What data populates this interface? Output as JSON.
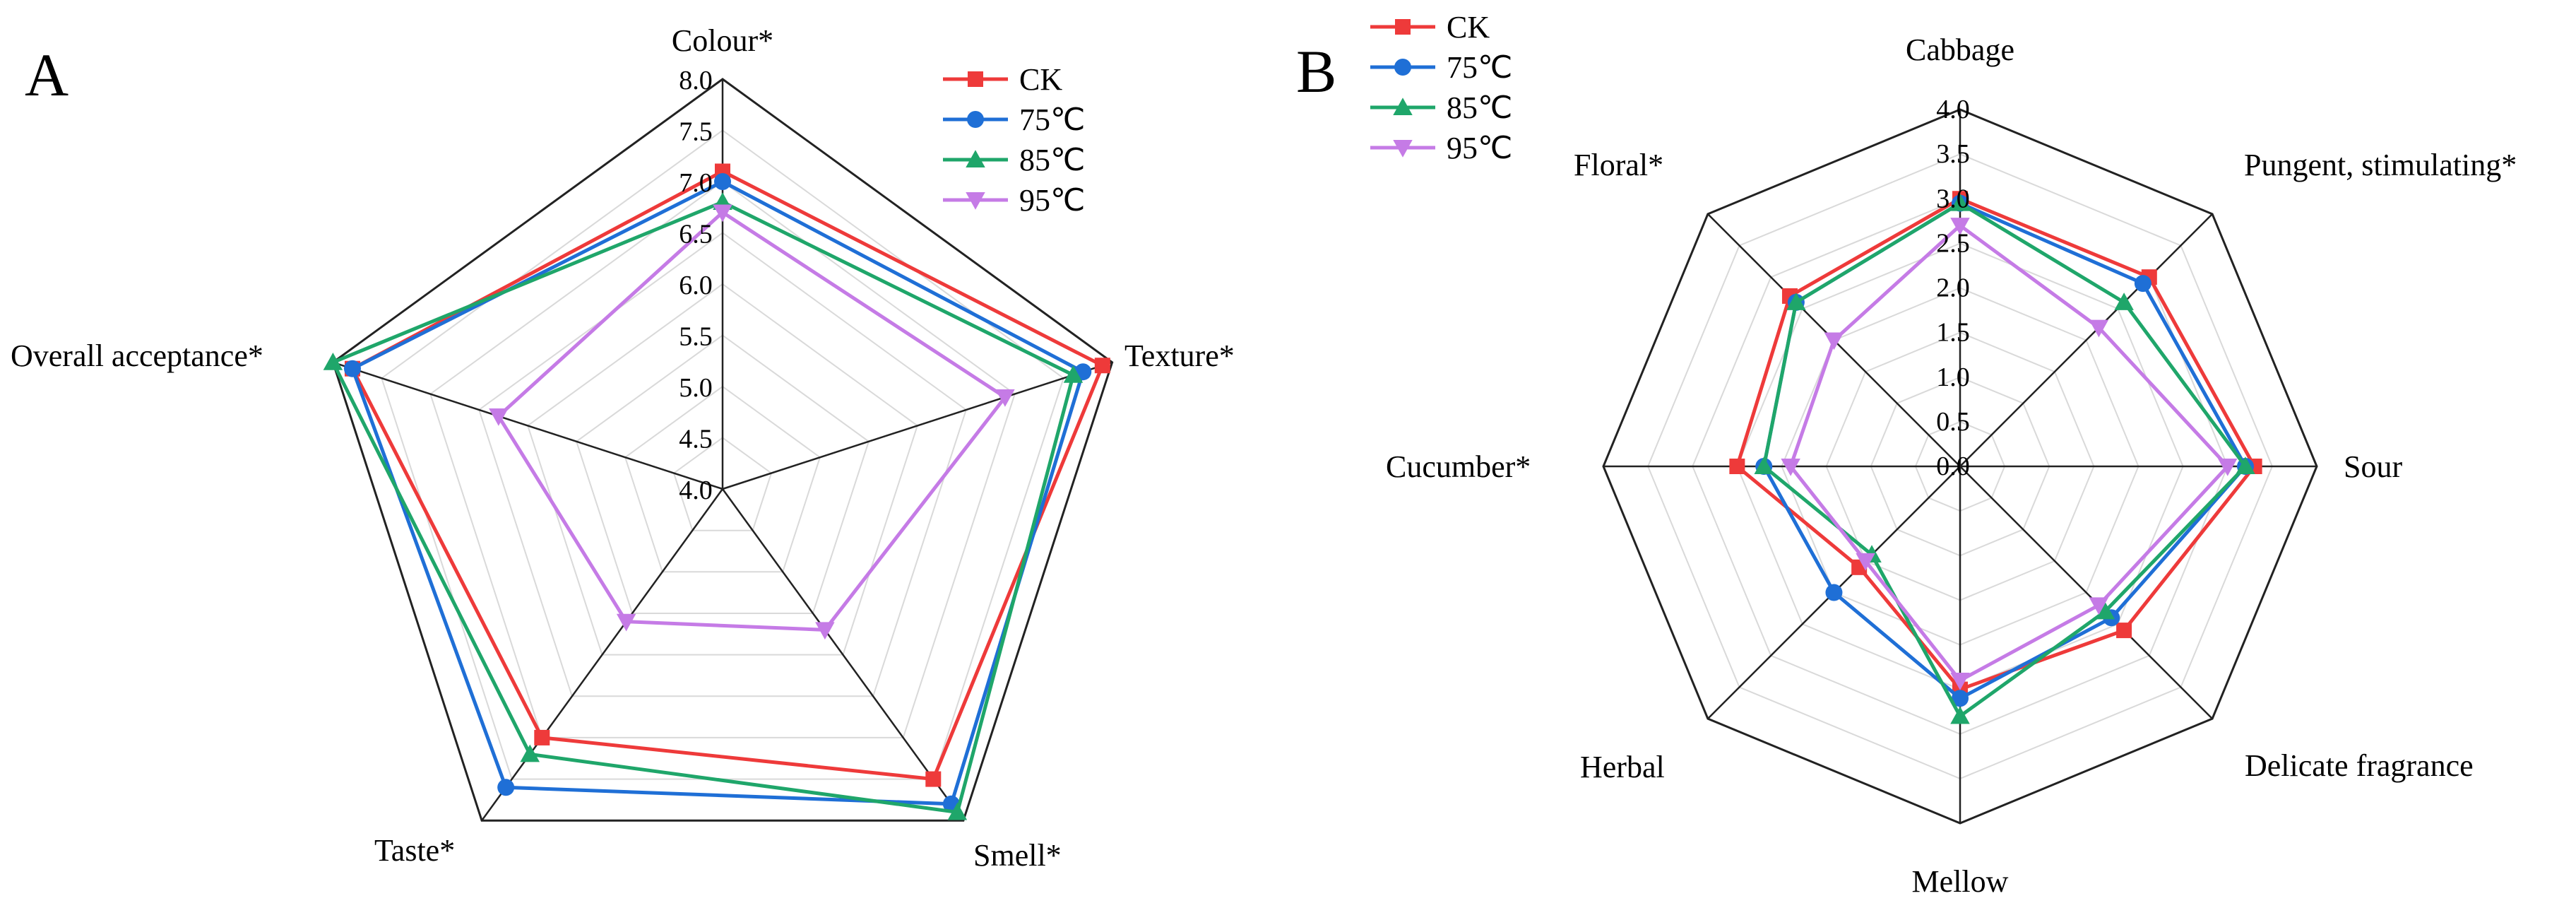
{
  "chart_data": [
    {
      "type": "radar",
      "panel_label": "A",
      "axes": [
        "Colour*",
        "Texture*",
        "Smell*",
        "Taste*",
        "Overall acceptance*"
      ],
      "rlim": [
        4.0,
        8.0
      ],
      "ticks": [
        "4.0",
        "4.5",
        "5.0",
        "5.5",
        "6.0",
        "6.5",
        "7.0",
        "7.5",
        "8.0"
      ],
      "legend_placement": "top-right",
      "series": [
        {
          "name": "CK",
          "color": "#ee3a3a",
          "marker": "square",
          "values": [
            7.1,
            7.9,
            7.5,
            7.0,
            7.8
          ]
        },
        {
          "name": "75℃",
          "color": "#1f6fd6",
          "marker": "circle",
          "values": [
            7.0,
            7.7,
            7.8,
            7.6,
            7.8
          ]
        },
        {
          "name": "85℃",
          "color": "#1fa66a",
          "marker": "triangle",
          "values": [
            6.8,
            7.6,
            7.9,
            7.2,
            8.0
          ]
        },
        {
          "name": "95℃",
          "color": "#c57be6",
          "marker": "triangle-down",
          "values": [
            6.7,
            6.9,
            5.7,
            5.6,
            6.3
          ]
        }
      ]
    },
    {
      "type": "radar",
      "panel_label": "B",
      "axes": [
        "Cabbage",
        "Pungent, stimulating*",
        "Sour",
        "Delicate fragrance",
        "Mellow",
        "Herbal",
        "Cucumber*",
        "Floral*"
      ],
      "rlim": [
        0.0,
        4.0
      ],
      "ticks": [
        "0.0",
        "0.5",
        "1.0",
        "1.5",
        "2.0",
        "2.5",
        "3.0",
        "3.5",
        "4.0"
      ],
      "legend_placement": "top-left",
      "series": [
        {
          "name": "CK",
          "color": "#ee3a3a",
          "marker": "square",
          "values": [
            3.0,
            3.0,
            3.3,
            2.6,
            2.5,
            1.6,
            2.5,
            2.7
          ]
        },
        {
          "name": "75℃",
          "color": "#1f6fd6",
          "marker": "circle",
          "values": [
            2.95,
            2.9,
            3.2,
            2.4,
            2.6,
            2.0,
            2.2,
            2.6
          ]
        },
        {
          "name": "85℃",
          "color": "#1fa66a",
          "marker": "triangle",
          "values": [
            2.95,
            2.6,
            3.2,
            2.3,
            2.8,
            1.4,
            2.2,
            2.6
          ]
        },
        {
          "name": "95℃",
          "color": "#c57be6",
          "marker": "triangle-down",
          "values": [
            2.7,
            2.2,
            3.0,
            2.2,
            2.4,
            1.5,
            1.9,
            2.0
          ]
        }
      ]
    }
  ]
}
